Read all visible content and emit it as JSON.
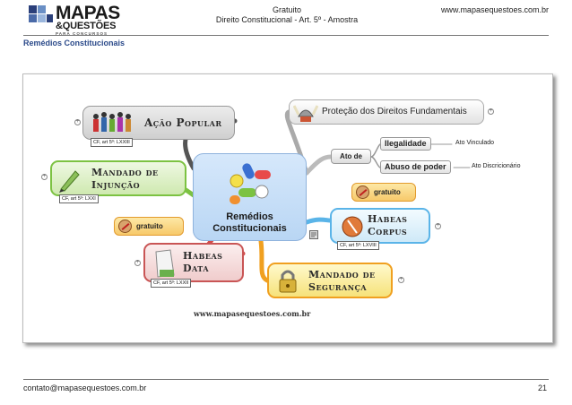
{
  "header": {
    "logo_main": "MAPAS",
    "logo_amp": "&",
    "logo_sub": "QUESTÕES",
    "logo_tag": "PARA CONCURSOS",
    "center_line1": "Gratuito",
    "center_line2": "Direito Constitucional - Art. 5º - Amostra",
    "site": "www.mapasequestoes.com.br"
  },
  "section_title": "Remédios Constitucionais",
  "mindmap": {
    "center": {
      "line1": "Remédios",
      "line2": "Constitucionais"
    },
    "acao_popular": {
      "title": "Ação Popular",
      "ref": "CF, art 5º: LXXIII"
    },
    "mandado_injuncao": {
      "line1": "Mandado de",
      "line2": "Injunção",
      "ref": "CF, art 5º: LXXI"
    },
    "habeas_data": {
      "line1": "Habeas",
      "line2": "Data",
      "ref": "CF, art 5º: LXXII"
    },
    "habeas_corpus": {
      "line1": "Habeas",
      "line2": "Corpus",
      "ref": "CF, art 5º: LXVIII"
    },
    "mandado_seguranca": {
      "line1": "Mandado de",
      "line2": "Segurança"
    },
    "protecao": "Proteção dos Direitos Fundamentais",
    "ato": {
      "label": "Ato de",
      "ilegalidade": "Ilegalidade",
      "vinculado": "Ato Vinculado",
      "abuso": "Abuso de poder",
      "discricionario": "Ato Discricionário"
    },
    "gratuito_label": "gratuito",
    "watermark": "www.mapasequestoes.com.br"
  },
  "footer": {
    "email": "contato@mapasequestoes.com.br",
    "page": "21"
  },
  "colors": {
    "accent": "#2b4a8a",
    "center_bg": "#c7def7",
    "acao": "#d7d7d7",
    "injuncao": "#dff0c8",
    "habeas_data": "#f6dddd",
    "corpus": "#dff0fb",
    "seguranca": "#fbf1a6"
  }
}
